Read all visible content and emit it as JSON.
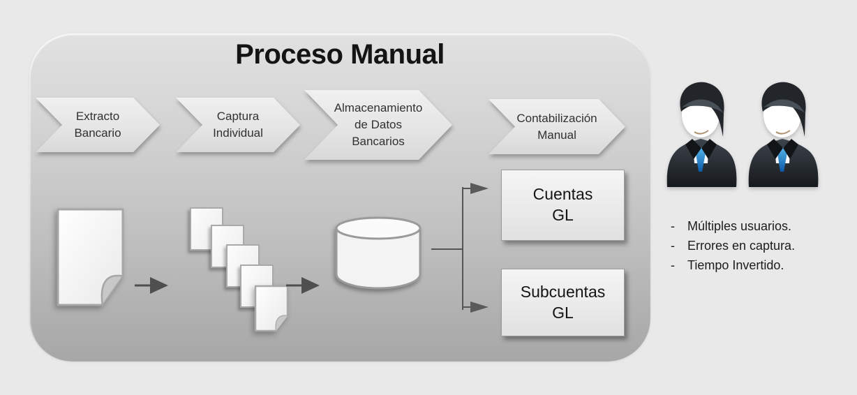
{
  "title": "Proceso Manual",
  "process": {
    "steps": [
      {
        "id": "extracto-bancario",
        "label": "Extracto\nBancario"
      },
      {
        "id": "captura-individual",
        "label": "Captura\nIndividual"
      },
      {
        "id": "almacenamiento-datos",
        "label": "Almacenamiento\nde Datos\nBancarios"
      },
      {
        "id": "contabilizacion-manual",
        "label": "Contabilización\nManual"
      }
    ],
    "flow_icons": [
      "document-icon",
      "right-arrow-icon",
      "document-stack-icon",
      "right-arrow-icon",
      "database-cylinder-icon",
      "branch-connector"
    ],
    "outputs": [
      {
        "id": "cuentas-gl",
        "label": "Cuentas\nGL"
      },
      {
        "id": "subcuentas-gl",
        "label": "Subcuentas\nGL"
      }
    ]
  },
  "side_panel": {
    "icons": [
      "businessman-icon",
      "businessman-icon"
    ],
    "bullet": "-",
    "notes": [
      "Múltiples usuarios.",
      "Errores en captura.",
      "Tiempo Invertido."
    ]
  },
  "colors": {
    "page_background": "#e9e9ea",
    "panel_gradient_top": "#e1e1e1",
    "panel_gradient_bottom": "#a7a7a7",
    "shape_fill": "#e8e8e8",
    "text_dark": "#141414",
    "arrow_gray": "#4f4f4f",
    "tie_accent": "#1e74c0"
  }
}
